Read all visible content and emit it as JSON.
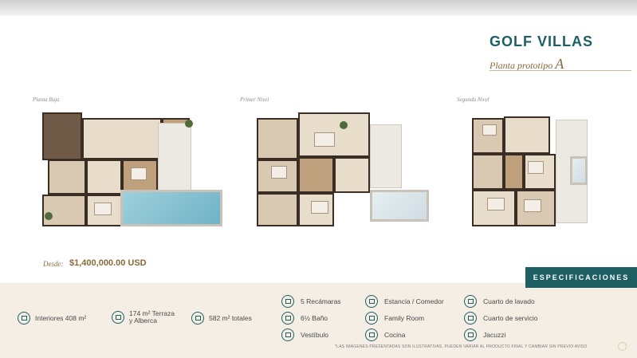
{
  "header": {
    "title": "GOLF VILLAS",
    "subtitle_prefix": "Planta prototipo",
    "subtitle_letter": "A"
  },
  "plans": [
    {
      "label": "Planta Baja"
    },
    {
      "label": "Primer Nivel"
    },
    {
      "label": "Segunda Nivel"
    }
  ],
  "price": {
    "label": "Desde:",
    "value": "$1,400,000.00 USD"
  },
  "specs_button": "ESPECIFICACIONES",
  "stats": [
    {
      "icon": "interior-area-icon",
      "text": "Interiores 408 m²"
    },
    {
      "icon": "terrace-area-icon",
      "line1": "174 m² Terraza",
      "line2": "y Alberca"
    },
    {
      "icon": "total-area-icon",
      "text": "582 m² totales"
    }
  ],
  "features": [
    {
      "icon": "bed-icon",
      "text": "5 Recámaras"
    },
    {
      "icon": "sofa-icon",
      "text": "Estancia / Comedor"
    },
    {
      "icon": "laundry-icon",
      "text": "Cuarto de lavado"
    },
    {
      "icon": "bath-icon",
      "text": "6½ Baño"
    },
    {
      "icon": "family-room-icon",
      "text": "Family Room"
    },
    {
      "icon": "service-room-icon",
      "text": "Cuarto de servicio"
    },
    {
      "icon": "door-icon",
      "text": "Vestíbulo"
    },
    {
      "icon": "kitchen-icon",
      "text": "Cocina"
    },
    {
      "icon": "jacuzzi-icon",
      "text": "Jacuzzi"
    }
  ],
  "disclaimer": "*LAS IMÁGENES PRESENTADAS SON ILUSTRATIVAS, PUEDEN VARIAR AL PRODUCTO FINAL Y CAMBIAR SIN PREVIO AVISO"
}
